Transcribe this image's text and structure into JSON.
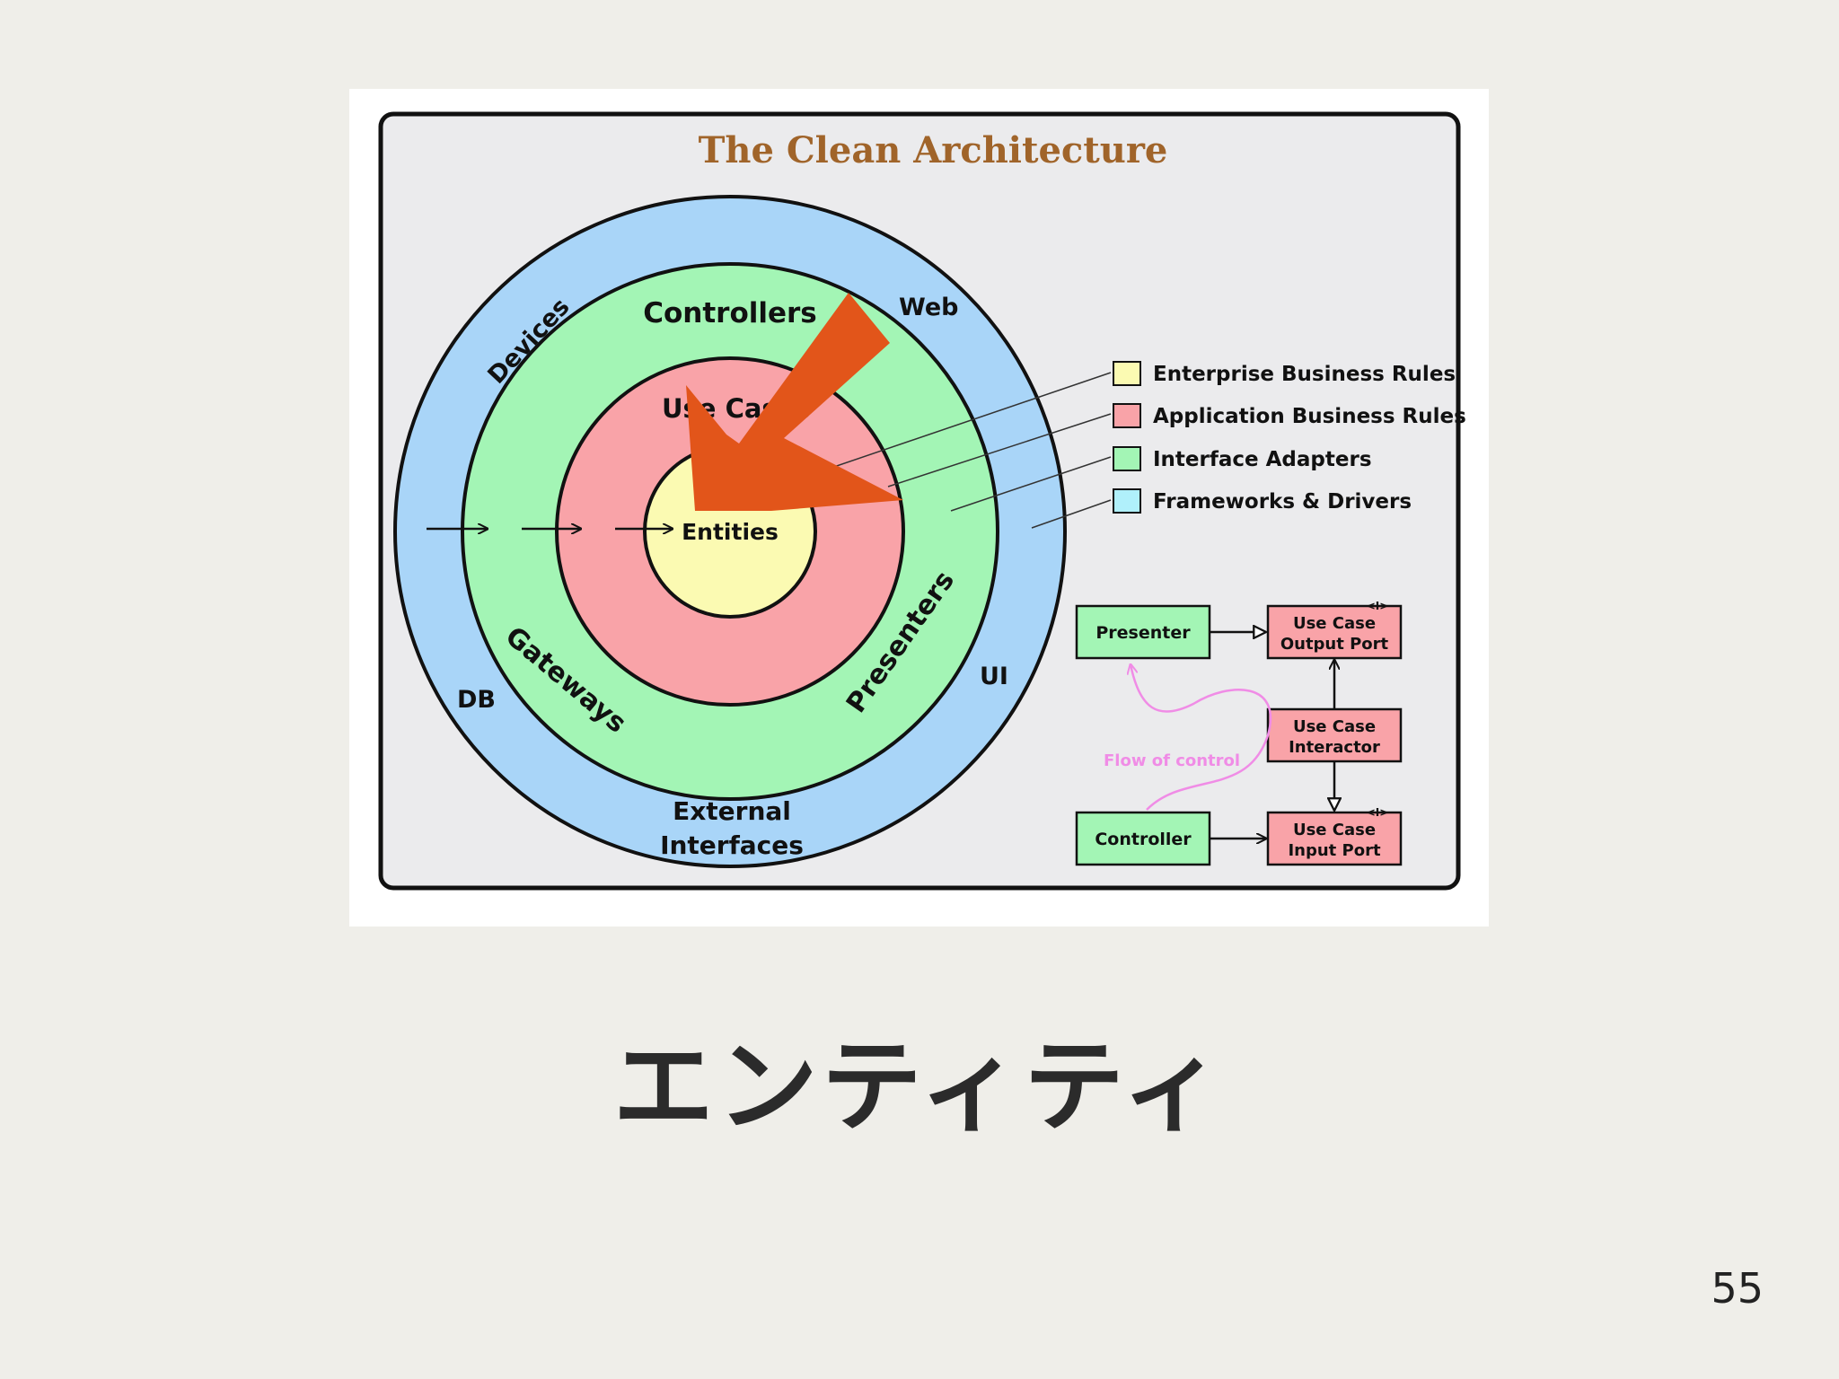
{
  "diagram": {
    "title": "The Clean Architecture",
    "rings": {
      "outer": [
        "Devices",
        "Web",
        "UI",
        "DB",
        "External",
        "Interfaces"
      ],
      "adapters": [
        "Controllers",
        "Gateways",
        "Presenters"
      ],
      "use_cases": "Use Cases",
      "entities": "Entities"
    },
    "legend": [
      {
        "label": "Enterprise Business Rules",
        "color": "#fbfab2"
      },
      {
        "label": "Application Business Rules",
        "color": "#f9a3a8"
      },
      {
        "label": "Interface Adapters",
        "color": "#a3f5b5"
      },
      {
        "label": "Frameworks & Drivers",
        "color": "#b0e6fb"
      }
    ],
    "flow": {
      "presenter": "Presenter",
      "controller": "Controller",
      "output_port": [
        "Use Case",
        "Output Port"
      ],
      "interactor": [
        "Use Case",
        "Interactor"
      ],
      "input_port": [
        "Use Case",
        "Input Port"
      ],
      "interface_marker": "<I>",
      "flow_label": "Flow of control"
    },
    "colors": {
      "outer_ring": "#a9d5f8",
      "adapters_ring": "#a3f5b5",
      "use_cases_ring": "#f9a3a8",
      "entities_core": "#fbfab2",
      "highlight_arrow": "#e2551a",
      "title": "#a0642a",
      "flow_line": "#f08ce6"
    }
  },
  "slide": {
    "caption": "エンティティ",
    "page_number": "55"
  }
}
